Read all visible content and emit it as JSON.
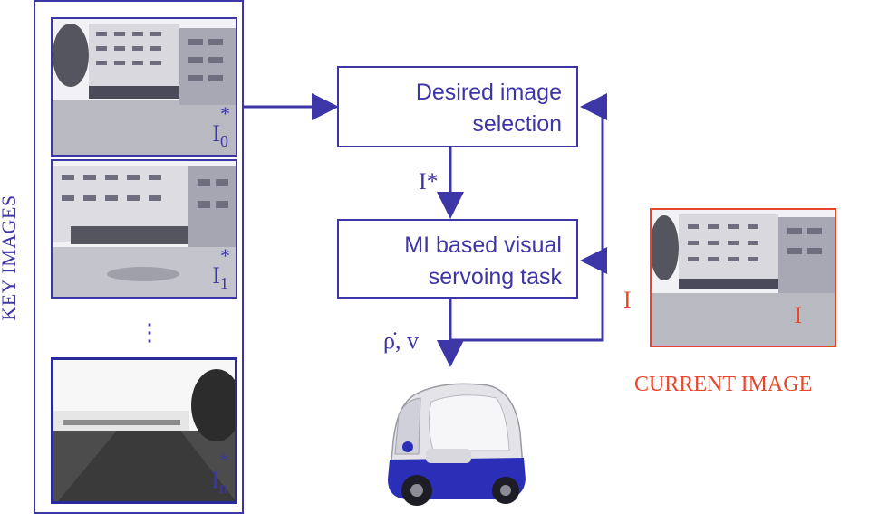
{
  "key_images": {
    "label": "KEY IMAGES",
    "items": [
      {
        "base": "I",
        "sub": "0",
        "sup": "*"
      },
      {
        "base": "I",
        "sub": "1",
        "sup": "*"
      },
      {
        "base": "I",
        "sub": "n",
        "sup": "*"
      }
    ],
    "ellipsis": "⋮"
  },
  "blocks": {
    "selection_line1": "Desired image",
    "selection_line2": "selection",
    "servoing_line1": "MI based visual",
    "servoing_line2": "servoing task"
  },
  "arrows": {
    "desired_label": "I*",
    "control_label": "ρ̇, v",
    "feedback_label": "I"
  },
  "current_image": {
    "label": "CURRENT IMAGE",
    "inner_label": "I"
  },
  "colors": {
    "diagram": "#3d36a6",
    "current": "#e8452a",
    "vehicle": "#2b2fb8"
  }
}
